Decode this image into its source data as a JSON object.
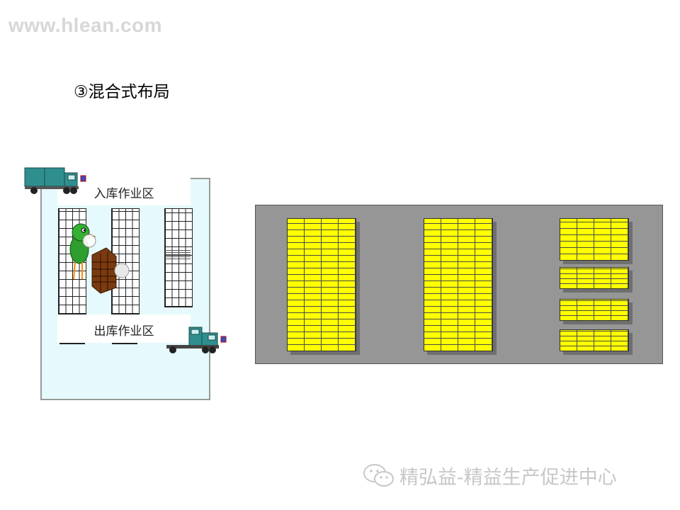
{
  "watermark": "www.hlean.com",
  "title": "③混合式布局",
  "left_diagram": {
    "inbound_zone_label": "入库作业区",
    "outbound_zone_label": "出库作业区"
  },
  "footer": {
    "icon": "wechat-icon",
    "text": "精弘益-精益生产促进中心"
  },
  "colors": {
    "shelf": "#ffff00",
    "floor": "#969696",
    "warehouse_floor": "#e6fafd",
    "truck": "#2f8f8f"
  }
}
